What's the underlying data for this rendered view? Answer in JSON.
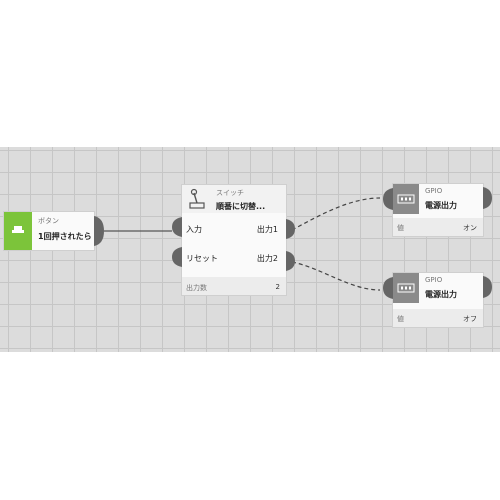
{
  "button_node": {
    "type_label": "ボタン",
    "event_label": "1回押されたら",
    "icon": "button-icon",
    "accent_color": "#7cc43a"
  },
  "switch_node": {
    "type_label": "スイッチ",
    "mode_label": "順番に切替...",
    "input_label": "入力",
    "reset_label": "リセット",
    "output1_label": "出力1",
    "output2_label": "出力2",
    "count_label": "出力数",
    "count_value": "2",
    "icon": "switch-lever-icon"
  },
  "gpio_nodes": [
    {
      "type_label": "GPIO",
      "action_label": "電源出力",
      "value_label": "値",
      "value": "オン",
      "icon": "gpio-icon"
    },
    {
      "type_label": "GPIO",
      "action_label": "電源出力",
      "value_label": "値",
      "value": "オフ",
      "icon": "gpio-icon"
    }
  ],
  "colors": {
    "grid_bg": "#dcdcdc",
    "port": "#666666",
    "icon_bg": "#8a8a8a"
  }
}
